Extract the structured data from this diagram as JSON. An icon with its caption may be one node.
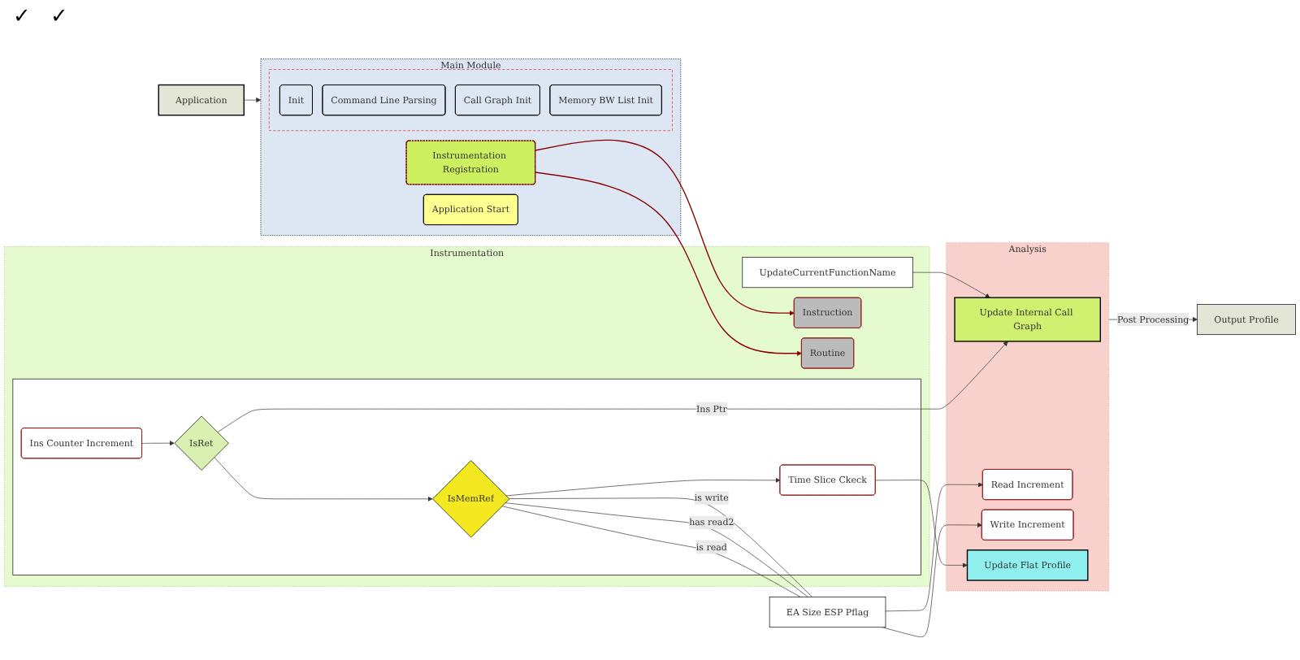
{
  "diagram": {
    "nodes": [
      {
        "text": [
          "Main Module"
        ]
      },
      {
        "text": [],
        "shape": "box",
        "in": 0
      },
      {
        "text": [
          "Init"
        ],
        "in": 1
      },
      {
        "text": [
          "Command Line Parsing"
        ],
        "in": 1
      },
      {
        "text": [
          "Call Graph Init"
        ],
        "in": 1
      },
      {
        "text": [
          "Memory BW List Init"
        ],
        "in": 1
      },
      {
        "text": [
          "Instrumentation Registration"
        ],
        "in": 0
      },
      {
        "text": [
          "Application Start"
        ],
        "in": 0
      },
      {
        "text": [
          "Application"
        ]
      },
      {
        "text": [
          "Instrumentation"
        ]
      },
      {
        "text": [
          "Instruction"
        ],
        "in": 9
      },
      {
        "text": [],
        "shape": "box",
        "in": 9
      },
      {
        "text": [
          "Ins Counter Increment"
        ],
        "in": 11
      },
      {
        "text": [
          "IsRet"
        ],
        "in": 11
      },
      {
        "text": [
          "IsMemRef"
        ],
        "in": 11
      },
      {
        "text": [
          "Time Slice Ckeck"
        ],
        "in": 11
      },
      {
        "text": [
          "Routine"
        ],
        "in": 9
      },
      {
        "text": [
          "UpdateCurrentFunctionName"
        ],
        "in": 9
      },
      {
        "text": [
          "EA Size ESP Pflag"
        ]
      },
      {
        "text": [
          "Analysis"
        ]
      },
      {
        "text": [
          "Update Internal Call Graph"
        ],
        "in": 19
      },
      {
        "text": [
          "Read Increment"
        ],
        "in": 19
      },
      {
        "text": [
          "Write Increment"
        ],
        "in": 19
      },
      {
        "text": [
          "Update Flat Profile"
        ],
        "in": 19
      },
      {
        "text": [
          "Output Profile"
        ]
      }
    ],
    "edges": [
      {
        "from": 8,
        "to": 0,
        "arrow": "to"
      },
      {
        "from": 6,
        "to": 10,
        "arrow": "to",
        "color": "#8b0000"
      },
      {
        "from": 6,
        "to": 16,
        "arrow": "to",
        "color": "#8b0000"
      },
      {
        "from": 12,
        "to": 13,
        "arrow": "to"
      },
      {
        "from": 13,
        "to": 14,
        "arrow": "to"
      },
      {
        "from": 14,
        "to": 15,
        "arrow": "to"
      },
      {
        "from": 13,
        "to": 20,
        "label": "Ins Ptr",
        "arrow": "to"
      },
      {
        "from": 14,
        "to": 18,
        "label": "is read",
        "arrow": "none"
      },
      {
        "from": 14,
        "to": 18,
        "label": "has read2",
        "arrow": "none"
      },
      {
        "from": 14,
        "to": 18,
        "label": "is write",
        "arrow": "none"
      },
      {
        "from": 18,
        "to": 21,
        "arrow": "to"
      },
      {
        "from": 18,
        "to": 22,
        "arrow": "to"
      },
      {
        "from": 15,
        "to": 23,
        "arrow": "to"
      },
      {
        "from": 17,
        "to": 20,
        "arrow": "to"
      },
      {
        "from": 19,
        "to": 24,
        "label": "Post Processing",
        "arrow": "to"
      }
    ],
    "labels": [
      "✓",
      "✓"
    ]
  }
}
